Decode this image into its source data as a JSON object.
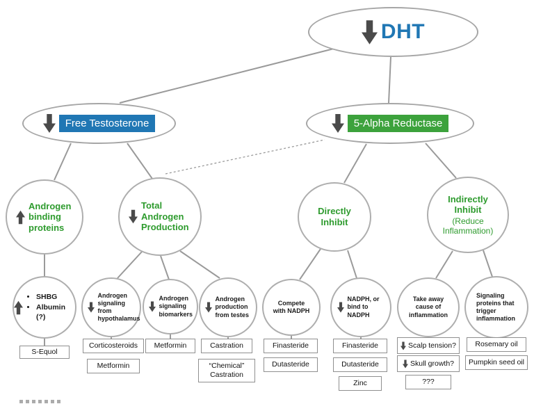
{
  "colors": {
    "blue_accent": "#2077b4",
    "green_accent": "#3ca23c",
    "green_text": "#2e9b2e",
    "arrow_gray": "#4a4a4a",
    "line_gray": "#9a9a9a"
  },
  "root": {
    "label": "DHT",
    "arrow": "down"
  },
  "branches": {
    "free_testosterone": {
      "label": "Free Testosterone",
      "arrow": "down"
    },
    "alpha_reductase": {
      "label": "5-Alpha Reductase",
      "arrow": "down"
    }
  },
  "strategies": {
    "androgen_binding": {
      "label": "Androgen binding proteins",
      "arrow": "up"
    },
    "total_androgen": {
      "label": "Total Androgen Production",
      "arrow": "down"
    },
    "directly_inhibit": {
      "label": "Directly Inhibit"
    },
    "indirectly_inhibit": {
      "label": "Indirectly Inhibit",
      "sublabel": "(Reduce Inflammation)"
    }
  },
  "mechanisms": {
    "binding_targets": {
      "arrow": "up",
      "items": [
        "SHBG",
        "Albumin (?)"
      ]
    },
    "hypothalamus": {
      "arrow": "down",
      "label": "Androgen signaling from hypothalamus"
    },
    "biomarkers": {
      "arrow": "down",
      "label": "Androgen signaling biomarkers"
    },
    "testes": {
      "arrow": "down",
      "label": "Androgen production from testes"
    },
    "compete_nadph": {
      "label": "Compete with NADPH"
    },
    "bind_nadph": {
      "arrow": "down",
      "label": "NADPH, or bind to NADPH"
    },
    "remove_cause": {
      "label": "Take away cause of inflammation"
    },
    "signaling_proteins": {
      "label": "Signaling proteins that trigger inflammation"
    }
  },
  "interventions": {
    "s_equol": "S-Equol",
    "corticosteroids": "Corticosteroids",
    "metformin_hypothalamus": "Metformin",
    "metformin_biomarkers": "Metformin",
    "castration": "Castration",
    "chemical_castration": "“Chemical” Castration",
    "finasteride_compete": "Finasteride",
    "dutasteride_compete": "Dutasteride",
    "finasteride_bind": "Finasteride",
    "dutasteride_bind": "Dutasteride",
    "zinc": "Zinc",
    "scalp_tension": "Scalp tension?",
    "skull_growth": "Skull growth?",
    "unknown": "???",
    "rosemary_oil": "Rosemary oil",
    "pumpkin_seed_oil": "Pumpkin seed oil"
  }
}
